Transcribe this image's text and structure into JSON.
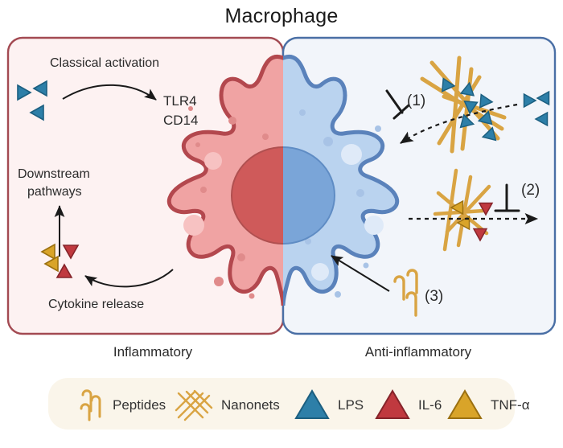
{
  "figure": {
    "title": "Macrophage",
    "panels": {
      "left": {
        "caption": "Inflammatory",
        "border_color": "#a34a52",
        "background_color": "#fdf2f2",
        "labels": {
          "activation": "Classical activation",
          "receptor_1": "TLR4",
          "receptor_2": "CD14",
          "downstream_line1": "Downstream",
          "downstream_line2": "pathways",
          "cytokine_release": "Cytokine release"
        }
      },
      "right": {
        "caption": "Anti-inflammatory",
        "border_color": "#4a6fa5",
        "background_color": "#f2f5fa",
        "annotations": {
          "step_1": "(1)",
          "step_2": "(2)",
          "step_3": "(3)"
        }
      }
    },
    "cell": {
      "left_cytoplasm_color": "#f0a3a3",
      "left_membrane_color": "#b3484e",
      "left_nucleus_color": "#cf5a5a",
      "right_cytoplasm_color": "#bad3ef",
      "right_membrane_color": "#5a82bb",
      "right_nucleus_color": "#7aa5d8"
    },
    "legend": {
      "background_color": "#faf5ea",
      "items": [
        {
          "icon": "peptides-icon",
          "label": "Peptides",
          "color": "#d9a443"
        },
        {
          "icon": "nanonets-icon",
          "label": "Nanonets",
          "color": "#d9a443"
        },
        {
          "icon": "lps-triangle-icon",
          "label": "LPS",
          "color": "#2d7fa8"
        },
        {
          "icon": "il6-triangle-icon",
          "label": "IL-6",
          "color": "#c0393f"
        },
        {
          "icon": "tnfa-triangle-icon",
          "label": "TNF-α",
          "color": "#d9a429"
        }
      ]
    }
  }
}
